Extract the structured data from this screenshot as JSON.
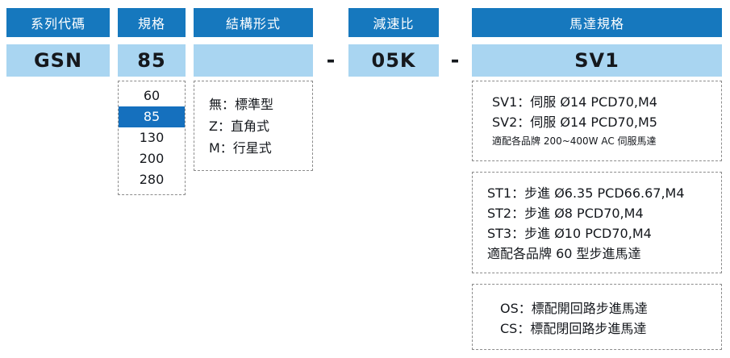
{
  "colors": {
    "header_bg": "#1678BE",
    "value_bg": "#A9D5F1",
    "selected_option_bg": "#1570BE",
    "dashed_border": "#8C8C8C",
    "text_dark": "#15181D",
    "text_light": "#FFFFFF"
  },
  "headers": {
    "series": "系列代碼",
    "spec": "規格",
    "structure": "結構形式",
    "ratio": "減速比",
    "motor": "馬達規格"
  },
  "values": {
    "series": "GSN",
    "spec": "85",
    "structure": "",
    "ratio": "05K",
    "motor": "SV1"
  },
  "separator": "-",
  "spec_options": [
    "60",
    "85",
    "130",
    "200",
    "280"
  ],
  "spec_selected": "85",
  "structure_options": [
    "無：標準型",
    "Z：直角式",
    "M：行星式"
  ],
  "motor_groups": {
    "servo": {
      "lines": [
        "SV1：伺服 Ø14 PCD70,M4",
        "SV2：伺服 Ø14 PCD70,M5"
      ],
      "note": "適配各品牌 200~400W AC 伺服馬達"
    },
    "stepper": {
      "lines": [
        "ST1：步進 Ø6.35 PCD66.67,M4",
        "ST2：步進 Ø8 PCD70,M4",
        "ST3：步進 Ø10 PCD70,M4",
        "適配各品牌 60 型步進馬達"
      ]
    },
    "loop": {
      "lines": [
        "OS：標配開回路步進馬達",
        "CS：標配閉回路步進馬達"
      ]
    }
  }
}
